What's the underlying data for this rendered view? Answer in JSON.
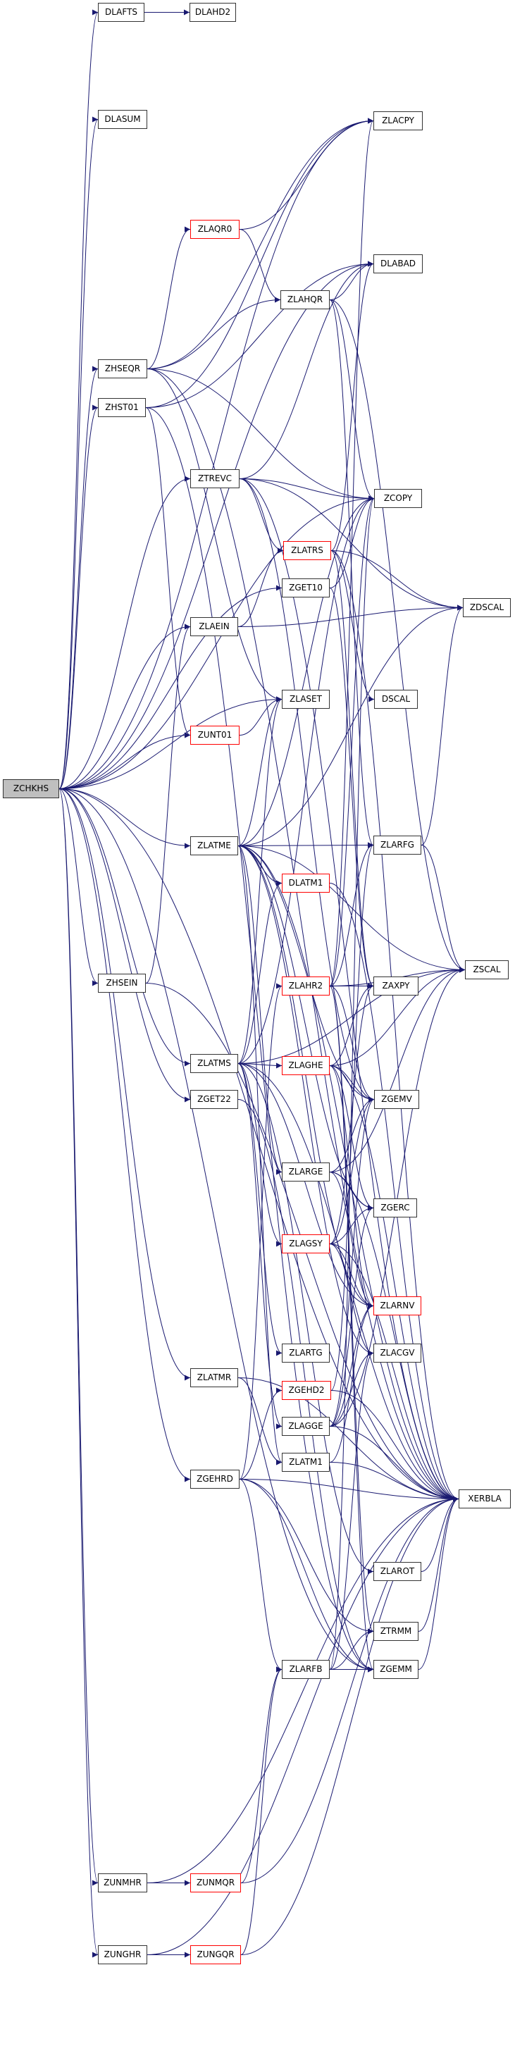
{
  "graph": {
    "edge_color": "#191970",
    "nodes": [
      {
        "id": "ZCHKHS",
        "label": "ZCHKHS",
        "style": "root"
      },
      {
        "id": "DLAFTS",
        "label": "DLAFTS",
        "style": "normal"
      },
      {
        "id": "DLAHD2",
        "label": "DLAHD2",
        "style": "normal"
      },
      {
        "id": "DLASUM",
        "label": "DLASUM",
        "style": "normal"
      },
      {
        "id": "ZLACPY",
        "label": "ZLACPY",
        "style": "normal"
      },
      {
        "id": "ZLAQR0",
        "label": "ZLAQR0",
        "style": "red"
      },
      {
        "id": "DLABAD",
        "label": "DLABAD",
        "style": "normal"
      },
      {
        "id": "ZLAHQR",
        "label": "ZLAHQR",
        "style": "normal"
      },
      {
        "id": "ZHSEQR",
        "label": "ZHSEQR",
        "style": "normal"
      },
      {
        "id": "ZHST01",
        "label": "ZHST01",
        "style": "normal"
      },
      {
        "id": "ZTREVC",
        "label": "ZTREVC",
        "style": "normal"
      },
      {
        "id": "ZCOPY",
        "label": "ZCOPY",
        "style": "normal"
      },
      {
        "id": "ZLATRS",
        "label": "ZLATRS",
        "style": "red"
      },
      {
        "id": "ZGET10",
        "label": "ZGET10",
        "style": "normal"
      },
      {
        "id": "ZDSCAL",
        "label": "ZDSCAL",
        "style": "normal"
      },
      {
        "id": "ZLAEIN",
        "label": "ZLAEIN",
        "style": "normal"
      },
      {
        "id": "ZLASET",
        "label": "ZLASET",
        "style": "normal"
      },
      {
        "id": "DSCAL",
        "label": "DSCAL",
        "style": "normal"
      },
      {
        "id": "ZUNT01",
        "label": "ZUNT01",
        "style": "red"
      },
      {
        "id": "ZLARFG",
        "label": "ZLARFG",
        "style": "normal"
      },
      {
        "id": "ZLATME",
        "label": "ZLATME",
        "style": "normal"
      },
      {
        "id": "DLATM1",
        "label": "DLATM1",
        "style": "red"
      },
      {
        "id": "ZSCAL",
        "label": "ZSCAL",
        "style": "normal"
      },
      {
        "id": "ZHSEIN",
        "label": "ZHSEIN",
        "style": "normal"
      },
      {
        "id": "ZLAHR2",
        "label": "ZLAHR2",
        "style": "red"
      },
      {
        "id": "ZAXPY",
        "label": "ZAXPY",
        "style": "normal"
      },
      {
        "id": "ZLATMS",
        "label": "ZLATMS",
        "style": "normal"
      },
      {
        "id": "ZLAGHE",
        "label": "ZLAGHE",
        "style": "red"
      },
      {
        "id": "ZGET22",
        "label": "ZGET22",
        "style": "normal"
      },
      {
        "id": "ZGEMV",
        "label": "ZGEMV",
        "style": "normal"
      },
      {
        "id": "ZLARGE",
        "label": "ZLARGE",
        "style": "normal"
      },
      {
        "id": "ZGERC",
        "label": "ZGERC",
        "style": "normal"
      },
      {
        "id": "ZLAGSY",
        "label": "ZLAGSY",
        "style": "red"
      },
      {
        "id": "ZLARNV",
        "label": "ZLARNV",
        "style": "red"
      },
      {
        "id": "ZLARTG",
        "label": "ZLARTG",
        "style": "normal"
      },
      {
        "id": "ZLACGV",
        "label": "ZLACGV",
        "style": "normal"
      },
      {
        "id": "ZLATMR",
        "label": "ZLATMR",
        "style": "normal"
      },
      {
        "id": "ZGEHD2",
        "label": "ZGEHD2",
        "style": "red"
      },
      {
        "id": "ZLAGGE",
        "label": "ZLAGGE",
        "style": "normal"
      },
      {
        "id": "ZLATM1",
        "label": "ZLATM1",
        "style": "normal"
      },
      {
        "id": "ZGEHRD",
        "label": "ZGEHRD",
        "style": "normal"
      },
      {
        "id": "XERBLA",
        "label": "XERBLA",
        "style": "normal"
      },
      {
        "id": "ZLAROT",
        "label": "ZLAROT",
        "style": "normal"
      },
      {
        "id": "ZTRMM",
        "label": "ZTRMM",
        "style": "normal"
      },
      {
        "id": "ZLARFB",
        "label": "ZLARFB",
        "style": "normal"
      },
      {
        "id": "ZGEMM",
        "label": "ZGEMM",
        "style": "normal"
      },
      {
        "id": "ZUNMHR",
        "label": "ZUNMHR",
        "style": "normal"
      },
      {
        "id": "ZUNMQR",
        "label": "ZUNMQR",
        "style": "red"
      },
      {
        "id": "ZUNGHR",
        "label": "ZUNGHR",
        "style": "normal"
      },
      {
        "id": "ZUNGQR",
        "label": "ZUNGQR",
        "style": "red"
      }
    ],
    "edges": [
      [
        "ZCHKHS",
        "DLAFTS"
      ],
      [
        "DLAFTS",
        "DLAHD2"
      ],
      [
        "ZCHKHS",
        "DLASUM"
      ],
      [
        "ZCHKHS",
        "ZLACPY"
      ],
      [
        "ZCHKHS",
        "ZHSEQR"
      ],
      [
        "ZCHKHS",
        "ZHST01"
      ],
      [
        "ZCHKHS",
        "ZTREVC"
      ],
      [
        "ZCHKHS",
        "ZGET10"
      ],
      [
        "ZCHKHS",
        "ZLAEIN"
      ],
      [
        "ZCHKHS",
        "ZLASET"
      ],
      [
        "ZCHKHS",
        "ZUNT01"
      ],
      [
        "ZCHKHS",
        "ZLATME"
      ],
      [
        "ZCHKHS",
        "ZHSEIN"
      ],
      [
        "ZCHKHS",
        "ZLATMS"
      ],
      [
        "ZCHKHS",
        "ZGET22"
      ],
      [
        "ZCHKHS",
        "ZLATMR"
      ],
      [
        "ZCHKHS",
        "ZGEHRD"
      ],
      [
        "ZCHKHS",
        "ZUNMHR"
      ],
      [
        "ZCHKHS",
        "ZUNGHR"
      ],
      [
        "ZCHKHS",
        "ZCOPY"
      ],
      [
        "ZCHKHS",
        "DLABAD"
      ],
      [
        "ZCHKHS",
        "XERBLA"
      ],
      [
        "ZCHKHS",
        "ZGEMM"
      ],
      [
        "ZHSEQR",
        "ZLAQR0"
      ],
      [
        "ZHSEQR",
        "ZLAHQR"
      ],
      [
        "ZHSEQR",
        "ZLACPY"
      ],
      [
        "ZHSEQR",
        "ZCOPY"
      ],
      [
        "ZHSEQR",
        "ZLASET"
      ],
      [
        "ZHSEQR",
        "XERBLA"
      ],
      [
        "ZLAQR0",
        "ZLACPY"
      ],
      [
        "ZLAQR0",
        "ZLAHQR"
      ],
      [
        "ZLAHQR",
        "DLABAD"
      ],
      [
        "ZLAHQR",
        "ZCOPY"
      ],
      [
        "ZLAHQR",
        "ZLARFG"
      ],
      [
        "ZLAHQR",
        "ZSCAL"
      ],
      [
        "ZHST01",
        "DLABAD"
      ],
      [
        "ZHST01",
        "ZLACPY"
      ],
      [
        "ZHST01",
        "ZUNT01"
      ],
      [
        "ZHST01",
        "ZGEMM"
      ],
      [
        "ZTREVC",
        "ZCOPY"
      ],
      [
        "ZTREVC",
        "ZLATRS"
      ],
      [
        "ZTREVC",
        "ZDSCAL"
      ],
      [
        "ZTREVC",
        "DLABAD"
      ],
      [
        "ZTREVC",
        "ZGEMV"
      ],
      [
        "ZTREVC",
        "XERBLA"
      ],
      [
        "ZLATRS",
        "DLABAD"
      ],
      [
        "ZLATRS",
        "ZDSCAL"
      ],
      [
        "ZLATRS",
        "DSCAL"
      ],
      [
        "ZLATRS",
        "ZAXPY"
      ],
      [
        "ZLATRS",
        "XERBLA"
      ],
      [
        "ZGET10",
        "ZCOPY"
      ],
      [
        "ZGET10",
        "ZAXPY"
      ],
      [
        "ZLAEIN",
        "ZLATRS"
      ],
      [
        "ZLAEIN",
        "ZDSCAL"
      ],
      [
        "ZUNT01",
        "ZLASET"
      ],
      [
        "ZLATME",
        "DLATM1"
      ],
      [
        "ZLATME",
        "ZLARFG"
      ],
      [
        "ZLATME",
        "ZSCAL"
      ],
      [
        "ZLATME",
        "ZLASET"
      ],
      [
        "ZLATME",
        "ZLACGV"
      ],
      [
        "ZLATME",
        "ZGEMV"
      ],
      [
        "ZLATME",
        "ZGERC"
      ],
      [
        "ZLATME",
        "ZLARNV"
      ],
      [
        "ZLATME",
        "ZLARGE"
      ],
      [
        "ZLATME",
        "ZLATM1"
      ],
      [
        "ZLATME",
        "ZCOPY"
      ],
      [
        "ZLATME",
        "ZDSCAL"
      ],
      [
        "ZLATME",
        "XERBLA"
      ],
      [
        "DLATM1",
        "XERBLA"
      ],
      [
        "ZLARFG",
        "ZDSCAL"
      ],
      [
        "ZLARFG",
        "ZSCAL"
      ],
      [
        "ZHSEIN",
        "ZLAEIN"
      ],
      [
        "ZHSEIN",
        "XERBLA"
      ],
      [
        "ZLATMS",
        "ZLAGHE"
      ],
      [
        "ZLATMS",
        "ZLAGSY"
      ],
      [
        "ZLATMS",
        "ZLAGGE"
      ],
      [
        "ZLATMS",
        "ZLARTG"
      ],
      [
        "ZLATMS",
        "ZLAROT"
      ],
      [
        "ZLATMS",
        "ZLASET"
      ],
      [
        "ZLATMS",
        "DLATM1"
      ],
      [
        "ZLATMS",
        "ZSCAL"
      ],
      [
        "ZLATMS",
        "ZLARNV"
      ],
      [
        "ZLATMS",
        "XERBLA"
      ],
      [
        "ZLATMS",
        "ZCOPY"
      ],
      [
        "ZLAGHE",
        "ZAXPY"
      ],
      [
        "ZLAGHE",
        "ZGEMV"
      ],
      [
        "ZLAGHE",
        "ZGERC"
      ],
      [
        "ZLAGHE",
        "ZLARNV"
      ],
      [
        "ZLAGHE",
        "ZSCAL"
      ],
      [
        "ZLAGHE",
        "XERBLA"
      ],
      [
        "ZGET22",
        "ZGEMM"
      ],
      [
        "ZLARGE",
        "ZGEMV"
      ],
      [
        "ZLARGE",
        "ZGERC"
      ],
      [
        "ZLARGE",
        "ZLARNV"
      ],
      [
        "ZLARGE",
        "ZSCAL"
      ],
      [
        "ZLARGE",
        "XERBLA"
      ],
      [
        "ZLAGSY",
        "ZAXPY"
      ],
      [
        "ZLAGSY",
        "ZGEMV"
      ],
      [
        "ZLAGSY",
        "ZGERC"
      ],
      [
        "ZLAGSY",
        "ZLARNV"
      ],
      [
        "ZLAGSY",
        "ZLACGV"
      ],
      [
        "ZLAGSY",
        "XERBLA"
      ],
      [
        "ZLATMR",
        "ZLATM1"
      ],
      [
        "ZLATMR",
        "XERBLA"
      ],
      [
        "ZGEHD2",
        "ZLARFG"
      ],
      [
        "ZGEHD2",
        "XERBLA"
      ],
      [
        "ZLAGGE",
        "ZGEMV"
      ],
      [
        "ZLAGGE",
        "ZGERC"
      ],
      [
        "ZLAGGE",
        "ZLARNV"
      ],
      [
        "ZLAGGE",
        "ZSCAL"
      ],
      [
        "ZLAGGE",
        "ZLACGV"
      ],
      [
        "ZLAGGE",
        "XERBLA"
      ],
      [
        "ZLATM1",
        "ZLARNV"
      ],
      [
        "ZLATM1",
        "XERBLA"
      ],
      [
        "ZGEHRD",
        "ZLAHR2"
      ],
      [
        "ZGEHRD",
        "ZGEHD2"
      ],
      [
        "ZGEHRD",
        "ZLARFB"
      ],
      [
        "ZGEHRD",
        "ZGEMM"
      ],
      [
        "ZGEHRD",
        "ZTRMM"
      ],
      [
        "ZGEHRD",
        "XERBLA"
      ],
      [
        "ZLAHR2",
        "ZAXPY"
      ],
      [
        "ZLAHR2",
        "ZCOPY"
      ],
      [
        "ZLAHR2",
        "ZGEMV"
      ],
      [
        "ZLAHR2",
        "ZLACPY"
      ],
      [
        "ZLAHR2",
        "ZLARFG"
      ],
      [
        "ZLAHR2",
        "ZSCAL"
      ],
      [
        "ZLAHR2",
        "ZTRMM"
      ],
      [
        "ZLAHR2",
        "ZGEMM"
      ],
      [
        "ZLAROT",
        "XERBLA"
      ],
      [
        "ZTRMM",
        "XERBLA"
      ],
      [
        "ZLARFB",
        "ZCOPY"
      ],
      [
        "ZLARFB",
        "ZGEMM"
      ],
      [
        "ZLARFB",
        "ZTRMM"
      ],
      [
        "ZLARFB",
        "ZLACGV"
      ],
      [
        "ZGEMM",
        "XERBLA"
      ],
      [
        "ZUNMHR",
        "ZUNMQR"
      ],
      [
        "ZUNMHR",
        "XERBLA"
      ],
      [
        "ZUNMQR",
        "ZLARFB"
      ],
      [
        "ZUNMQR",
        "XERBLA"
      ],
      [
        "ZUNGHR",
        "ZUNGQR"
      ],
      [
        "ZUNGHR",
        "XERBLA"
      ],
      [
        "ZUNGQR",
        "ZLARFB"
      ],
      [
        "ZUNGQR",
        "XERBLA"
      ]
    ]
  }
}
